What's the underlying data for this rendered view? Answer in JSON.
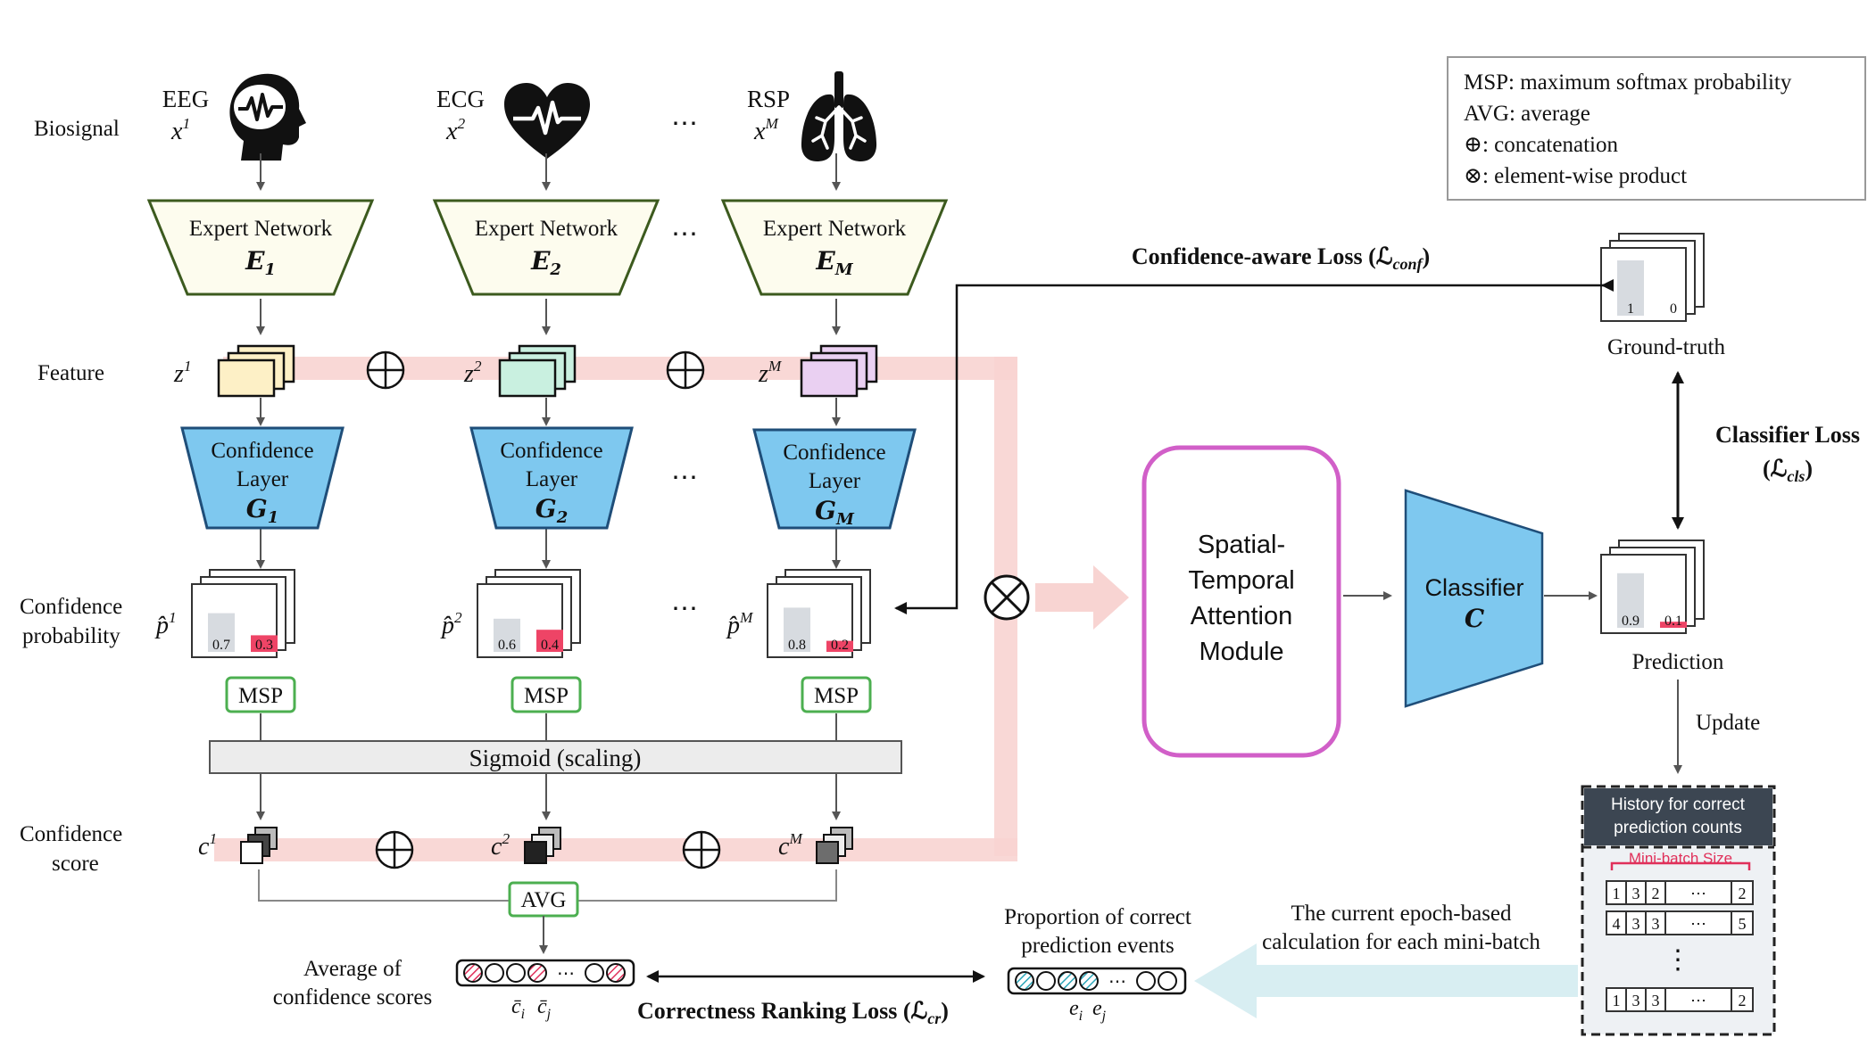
{
  "legend": {
    "msp": "MSP: maximum softmax probability",
    "avg": "AVG: average",
    "concat": "⊕: concatenation",
    "product": "⊗: element-wise product"
  },
  "row_labels": {
    "biosignal": "Biosignal",
    "feature": "Feature",
    "conf_prob_1": "Confidence",
    "conf_prob_2": "probability",
    "conf_score_1": "Confidence",
    "conf_score_2": "score"
  },
  "signals": [
    {
      "name": "EEG",
      "var": "x",
      "sup": "1"
    },
    {
      "name": "ECG",
      "var": "x",
      "sup": "2"
    },
    {
      "name": "RSP",
      "var": "x",
      "sup": "M"
    }
  ],
  "experts": [
    {
      "title": "Expert Network",
      "sym": "E",
      "sub": "1"
    },
    {
      "title": "Expert Network",
      "sym": "E",
      "sub": "2"
    },
    {
      "title": "Expert Network",
      "sym": "E",
      "sub": "M"
    }
  ],
  "features": [
    {
      "var": "z",
      "sup": "1"
    },
    {
      "var": "z",
      "sup": "2"
    },
    {
      "var": "z",
      "sup": "M"
    }
  ],
  "conf_layers": [
    {
      "line1": "Confidence",
      "line2": "Layer",
      "sym": "G",
      "sub": "1"
    },
    {
      "line1": "Confidence",
      "line2": "Layer",
      "sym": "G",
      "sub": "2"
    },
    {
      "line1": "Confidence",
      "line2": "Layer",
      "sym": "G",
      "sub": "M"
    }
  ],
  "probs": [
    {
      "var": "p̂",
      "sup": "1",
      "a": "0.7",
      "b": "0.3",
      "va": 0.7,
      "vb": 0.3
    },
    {
      "var": "p̂",
      "sup": "2",
      "a": "0.6",
      "b": "0.4",
      "va": 0.6,
      "vb": 0.4
    },
    {
      "var": "p̂",
      "sup": "M",
      "a": "0.8",
      "b": "0.2",
      "va": 0.8,
      "vb": 0.2
    }
  ],
  "msp_label": "MSP",
  "sigmoid_label": "Sigmoid (scaling)",
  "scores": [
    {
      "var": "c",
      "sup": "1"
    },
    {
      "var": "c",
      "sup": "2"
    },
    {
      "var": "c",
      "sup": "M"
    }
  ],
  "avg_label": "AVG",
  "avg_conf_1": "Average of",
  "avg_conf_2": "confidence scores",
  "cbar_i": "c̄",
  "cbar_i_sub": "i",
  "cbar_j": "c̄",
  "cbar_j_sub": "j",
  "cr_loss": "Correctness Ranking Loss (ℒ",
  "cr_sub": "cr",
  "prop_1": "Proportion of correct",
  "prop_2": "prediction events",
  "e_i": "e",
  "e_i_sub": "i",
  "e_j": "e",
  "e_j_sub": "j",
  "epoch_1": "The current epoch-based",
  "epoch_2": "calculation for each mini-batch",
  "stam": [
    "Spatial-",
    "Temporal",
    "Attention",
    "Module"
  ],
  "classifier": {
    "title": "Classifier",
    "sym": "C"
  },
  "conf_loss": "Confidence-aware Loss (ℒ",
  "conf_sub": "conf",
  "gt_label": "Ground-truth",
  "gt_a": "1",
  "gt_b": "0",
  "cls_loss_1": "Classifier Loss",
  "cls_loss_2": "(ℒ",
  "cls_sub": "cls",
  "pred_label": "Prediction",
  "pred_a": "0.9",
  "pred_b": "0.1",
  "pred_va": 0.9,
  "pred_vb": 0.1,
  "update": "Update",
  "history": {
    "title_1": "History for correct",
    "title_2": "prediction counts",
    "minibatch": "Mini-batch Size",
    "rows": [
      [
        "1",
        "3",
        "2",
        "⋯",
        "2"
      ],
      [
        "4",
        "3",
        "3",
        "⋯",
        "5"
      ],
      [
        "1",
        "3",
        "3",
        "⋯",
        "2"
      ]
    ]
  },
  "dots": "⋯",
  "colors": {
    "expert_fill": "#fdfcee",
    "expert_stroke": "#3c5a1e",
    "conf_fill": "#7ec8ef",
    "conf_stroke": "#1f4e79",
    "feat1": "#fdf0c6",
    "feat2": "#c9f0e0",
    "featM": "#ead0f2",
    "pink_bar": "#f8d4d2",
    "red_bar": "#ee4466",
    "gray_bar": "#d7dbe0",
    "msp_stroke": "#4caf50",
    "stam_stroke": "#d15fc8",
    "hist_header": "#3c4652",
    "hist_red": "#e0305a",
    "teal_arrow": "#d8eef2"
  }
}
